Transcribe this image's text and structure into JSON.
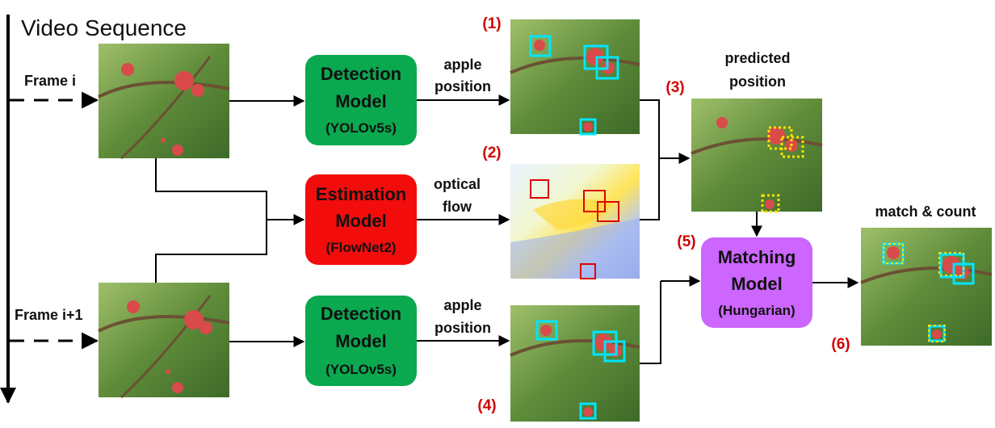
{
  "title": "Video Sequence",
  "frames": {
    "frame_i": "Frame i",
    "frame_i1": "Frame i+1"
  },
  "boxes": {
    "detection_top": {
      "line1": "Detection",
      "line2": "Model",
      "sub": "(YOLOv5s)",
      "color": "#0aa84f"
    },
    "estimation": {
      "line1": "Estimation",
      "line2": "Model",
      "sub": "(FlowNet2)",
      "color": "#f20c0c"
    },
    "detection_bottom": {
      "line1": "Detection",
      "line2": "Model",
      "sub": "(YOLOv5s)",
      "color": "#0aa84f"
    },
    "matching": {
      "line1": "Matching",
      "line2": "Model",
      "sub": "(Hungarian)",
      "color": "#cc66ff"
    }
  },
  "labels": {
    "apple_position_top_1": "apple",
    "apple_position_top_2": "position",
    "optical_flow_1": "optical",
    "optical_flow_2": "flow",
    "apple_position_bottom_1": "apple",
    "apple_position_bottom_2": "position",
    "predicted_1": "predicted",
    "predicted_2": "position",
    "match_count": "match & count"
  },
  "numbers": {
    "n1": "(1)",
    "n2": "(2)",
    "n3": "(3)",
    "n4": "(4)",
    "n5": "(5)",
    "n6": "(6)"
  },
  "colors": {
    "detection_box": "#00e5ff",
    "flow_box": "#e00000",
    "predicted_box": "#ffe000",
    "arrow": "#000000"
  }
}
